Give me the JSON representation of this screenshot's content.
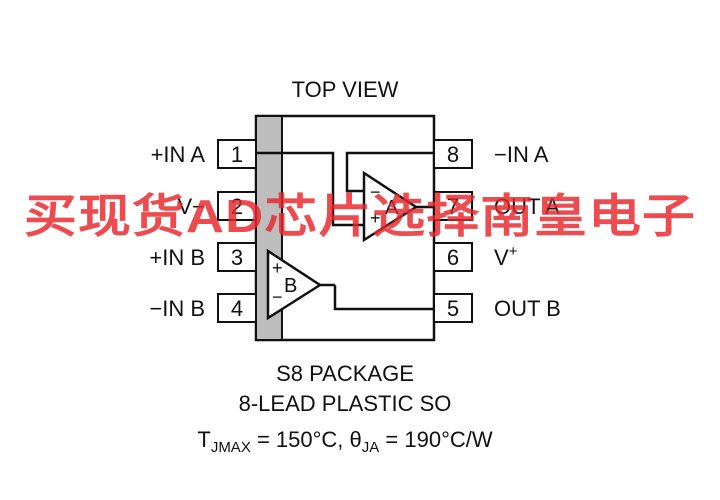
{
  "title": "TOP VIEW",
  "pins": [
    {
      "number": "1",
      "label": "+IN A"
    },
    {
      "number": "2",
      "label": "V−"
    },
    {
      "number": "3",
      "label": "+IN B"
    },
    {
      "number": "4",
      "label": "−IN B"
    },
    {
      "number": "5",
      "label": "OUT B"
    },
    {
      "number": "6",
      "label": "V",
      "superscript": "+"
    },
    {
      "number": "7",
      "label": "OUT A"
    },
    {
      "number": "8",
      "label": "−IN A"
    }
  ],
  "amplifiers": [
    {
      "name": "A",
      "plus": "+",
      "minus": "−"
    },
    {
      "name": "B",
      "plus": "+",
      "minus": "−"
    }
  ],
  "package": {
    "line1": "S8 PACKAGE",
    "line2": "8-LEAD PLASTIC SO"
  },
  "thermal": {
    "t_symbol": "T",
    "t_sub": "JMAX",
    "t_value": " = 150°C, ",
    "theta_symbol": "θ",
    "theta_sub": "JA",
    "theta_value": " = 190°C/W"
  },
  "watermark": "买现货AD芯片选择南皇电子",
  "colors": {
    "line": "#111111",
    "stripe": "#bdbdbd",
    "watermark": "#e8262a"
  }
}
